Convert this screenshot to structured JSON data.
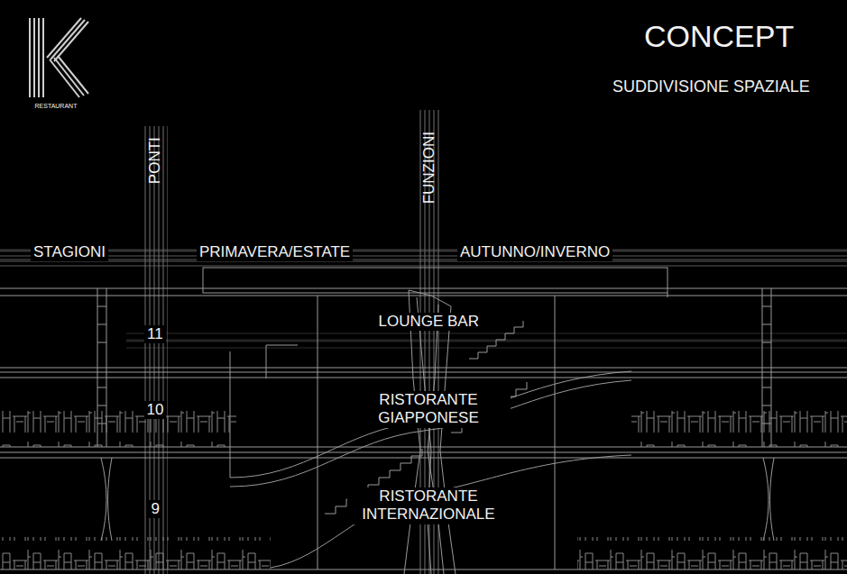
{
  "diagram": {
    "title": "CONCEPT",
    "labels": [
      "RESTAURANT",
      "SUDDIVISIONE SPAZIALE",
      "PONTI",
      "FUNZIONI",
      "STAGIONI",
      "PRIMAVERA/ESTATE",
      "AUTUNNO/INVERNO",
      "11",
      "LOUNGE BAR",
      "10",
      "RISTORANTE GIAPPONESE",
      "9",
      "RISTORANTE INTERNAZIONALE"
    ]
  }
}
